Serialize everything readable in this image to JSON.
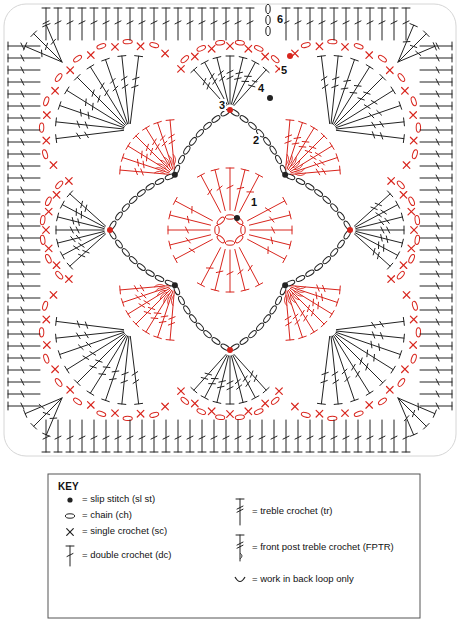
{
  "diagram": {
    "labels": [
      "1",
      "2",
      "3",
      "4",
      "5",
      "6",
      "KEY"
    ],
    "legend": [
      {
        "text": "= slip stitch (sl st)"
      },
      {
        "text": "= chain (ch)"
      },
      {
        "text": "= single crochet (sc)"
      },
      {
        "text": "= double crochet (dc)"
      },
      {
        "text": "= treble crochet (tr)"
      },
      {
        "text": "= front post treble crochet (FPTR)"
      },
      {
        "text": "= work in back loop only"
      }
    ]
  }
}
